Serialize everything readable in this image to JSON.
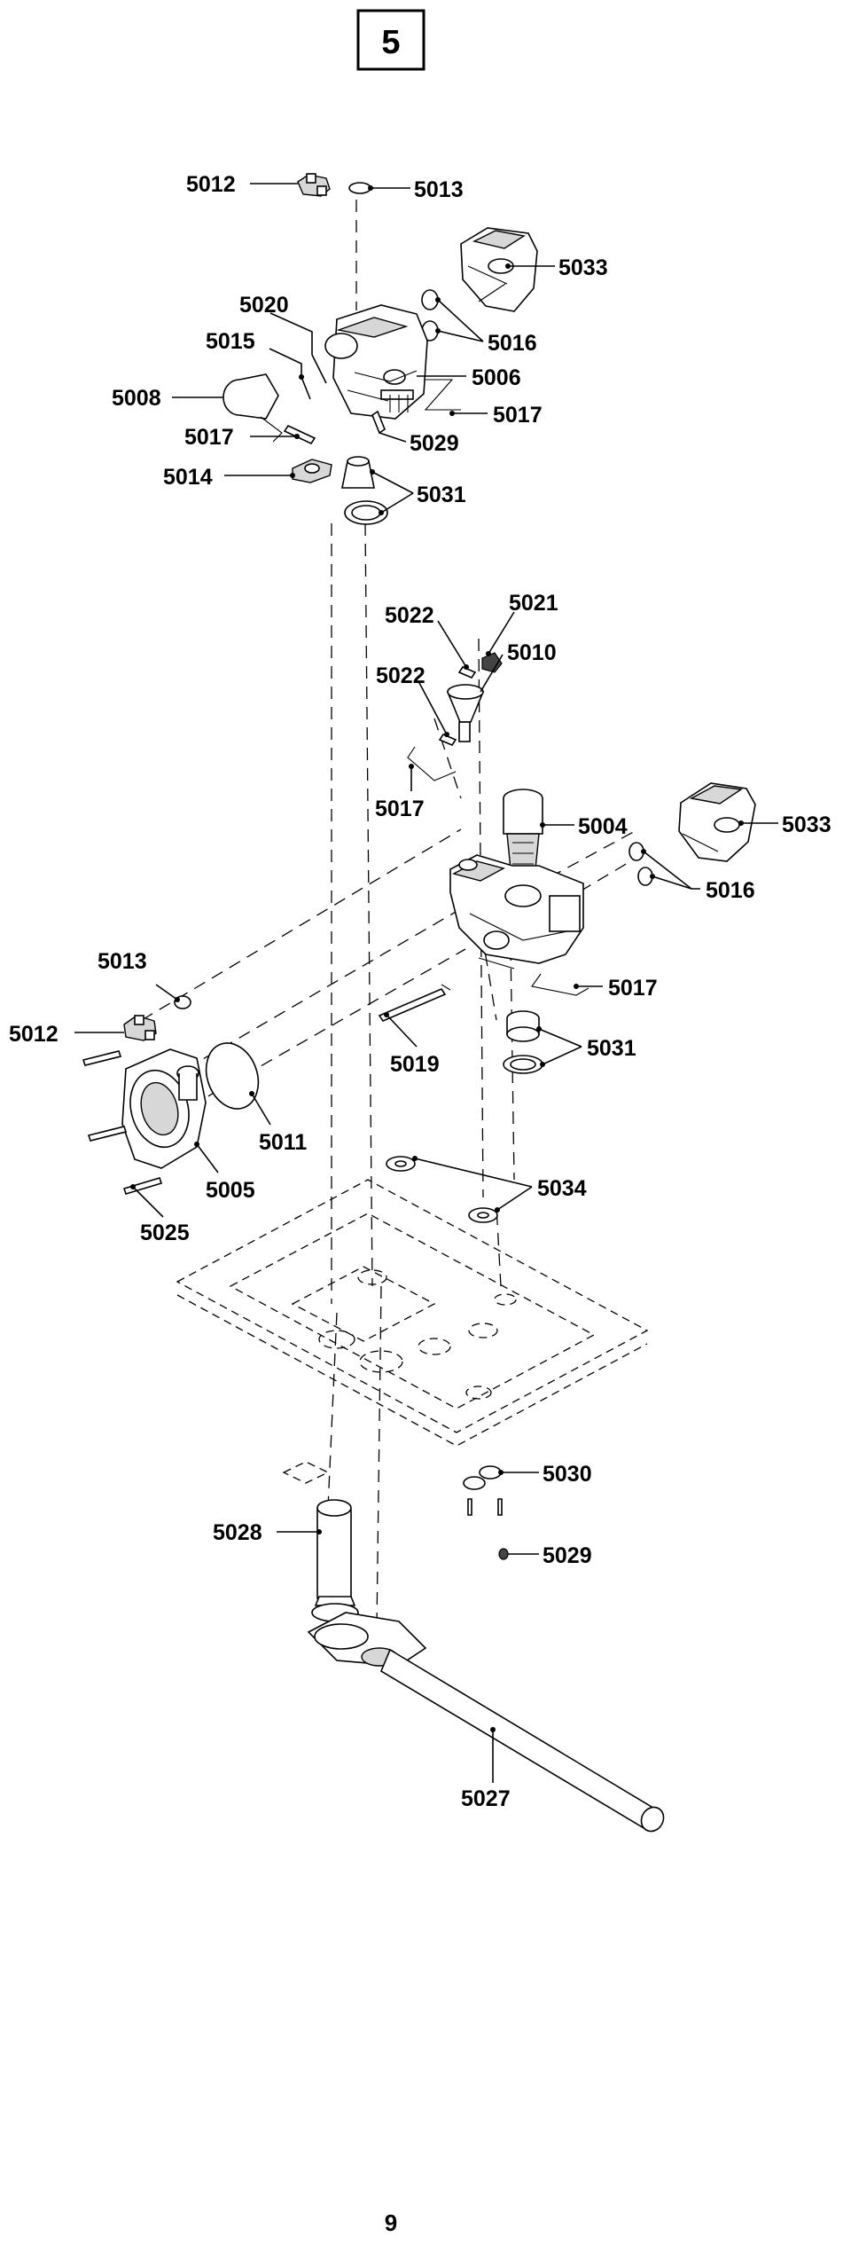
{
  "section": "5",
  "page_number": "9",
  "callouts": {
    "c5012a": "5012",
    "c5013a": "5013",
    "c5033a": "5033",
    "c5020": "5020",
    "c5015": "5015",
    "c5016a": "5016",
    "c5008": "5008",
    "c5006": "5006",
    "c5017a": "5017",
    "c5017b": "5017",
    "c5029a": "5029",
    "c5014": "5014",
    "c5031a": "5031",
    "c5022a": "5022",
    "c5021": "5021",
    "c5010": "5010",
    "c5022b": "5022",
    "c5017c": "5017",
    "c5004": "5004",
    "c5033b": "5033",
    "c5016b": "5016",
    "c5013b": "5013",
    "c5012b": "5012",
    "c5017d": "5017",
    "c5019": "5019",
    "c5031b": "5031",
    "c5011": "5011",
    "c5005": "5005",
    "c5034": "5034",
    "c5025": "5025",
    "c5030": "5030",
    "c5028": "5028",
    "c5029b": "5029",
    "c5027": "5027"
  }
}
